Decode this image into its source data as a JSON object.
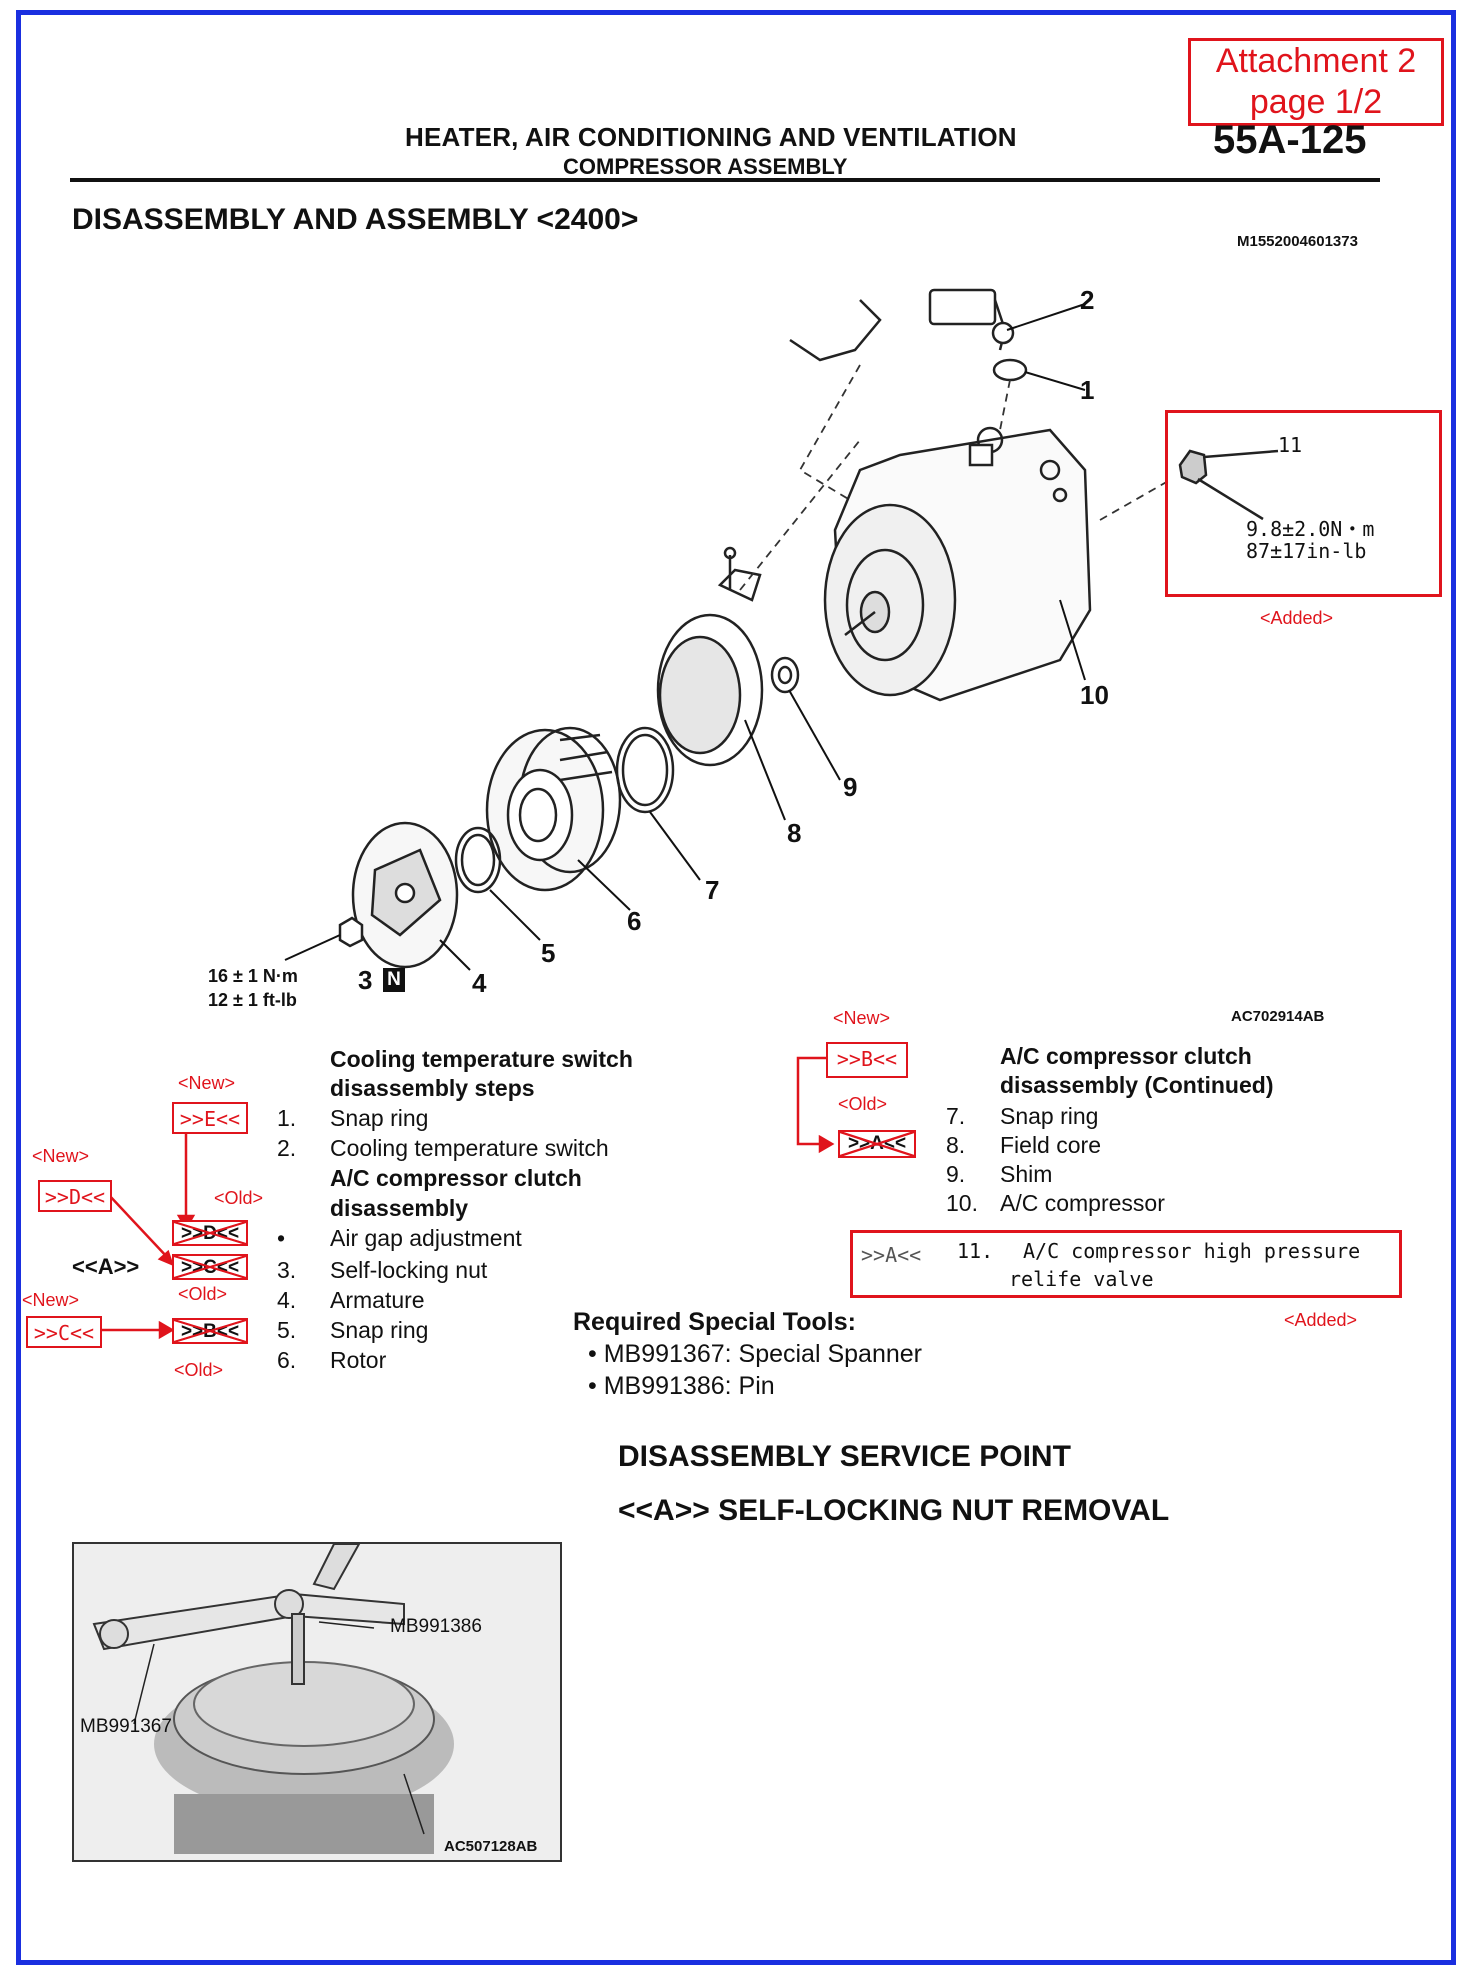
{
  "attachment": {
    "line1": "Attachment 2",
    "line2": "page 1/2"
  },
  "header": {
    "section": "HEATER, AIR CONDITIONING AND VENTILATION",
    "subsection": "COMPRESSOR ASSEMBLY",
    "page_number": "55A-125"
  },
  "title": "DISASSEMBLY AND ASSEMBLY <2400>",
  "doc_id": "M1552004601373",
  "figure": {
    "id": "AC702914AB",
    "callouts": [
      "1",
      "2",
      "3",
      "4",
      "5",
      "6",
      "7",
      "8",
      "9",
      "10"
    ],
    "nut_torque": {
      "metric": "16 ± 1 N·m",
      "imperial": "12 ± 1 ft-lb"
    },
    "new_part_mark": "N",
    "added_box": {
      "item": "11",
      "torque_metric": "9.8±2.0N・m",
      "torque_imperial": "87±17in-lb",
      "label": "<Added>"
    }
  },
  "left_list": {
    "heading1": "Cooling temperature switch",
    "heading1b": "disassembly steps",
    "steps1": [
      {
        "num": "1.",
        "text": "Snap ring"
      },
      {
        "num": "2.",
        "text": "Cooling temperature switch"
      }
    ],
    "heading2": "A/C compressor clutch",
    "heading2b": "disassembly",
    "steps2": [
      {
        "num": "•",
        "text": "Air gap adjustment"
      },
      {
        "num": "3.",
        "text": "Self-locking nut"
      },
      {
        "num": "4.",
        "text": "Armature"
      },
      {
        "num": "5.",
        "text": "Snap ring"
      },
      {
        "num": "6.",
        "text": "Rotor"
      }
    ],
    "marks": {
      "new_E": ">>E<<",
      "new_D": ">>D<<",
      "new_C": ">>C<<",
      "old_D": ">>D<<",
      "old_C": ">>C<<",
      "old_B": ">>B<<",
      "service_A": "<<A>>",
      "new_label": "<New>",
      "old_label": "<Old>"
    }
  },
  "right_list": {
    "heading1": "A/C compressor clutch",
    "heading1b": "disassembly (Continued)",
    "steps": [
      {
        "num": "7.",
        "text": "Snap ring"
      },
      {
        "num": "8.",
        "text": "Field core"
      },
      {
        "num": "9.",
        "text": "Shim"
      },
      {
        "num": "10.",
        "text": "A/C compressor"
      }
    ],
    "marks": {
      "new_B": ">>B<<",
      "old_A": ">>A<<",
      "new_label": "<New>",
      "old_label": "<Old>"
    },
    "added_item": {
      "mark": ">>A<<",
      "num": "11.",
      "line1": "A/C compressor high pressure",
      "line2": "relife valve",
      "label": "<Added>"
    }
  },
  "tools": {
    "heading": "Required Special Tools:",
    "items": [
      "MB991367: Special Spanner",
      "MB991386: Pin"
    ]
  },
  "service": {
    "heading": "DISASSEMBLY SERVICE POINT",
    "subheading": "<<A>> SELF-LOCKING NUT REMOVAL"
  },
  "photo": {
    "label_pin": "MB991386",
    "label_spanner": "MB991367",
    "id": "AC507128AB"
  }
}
